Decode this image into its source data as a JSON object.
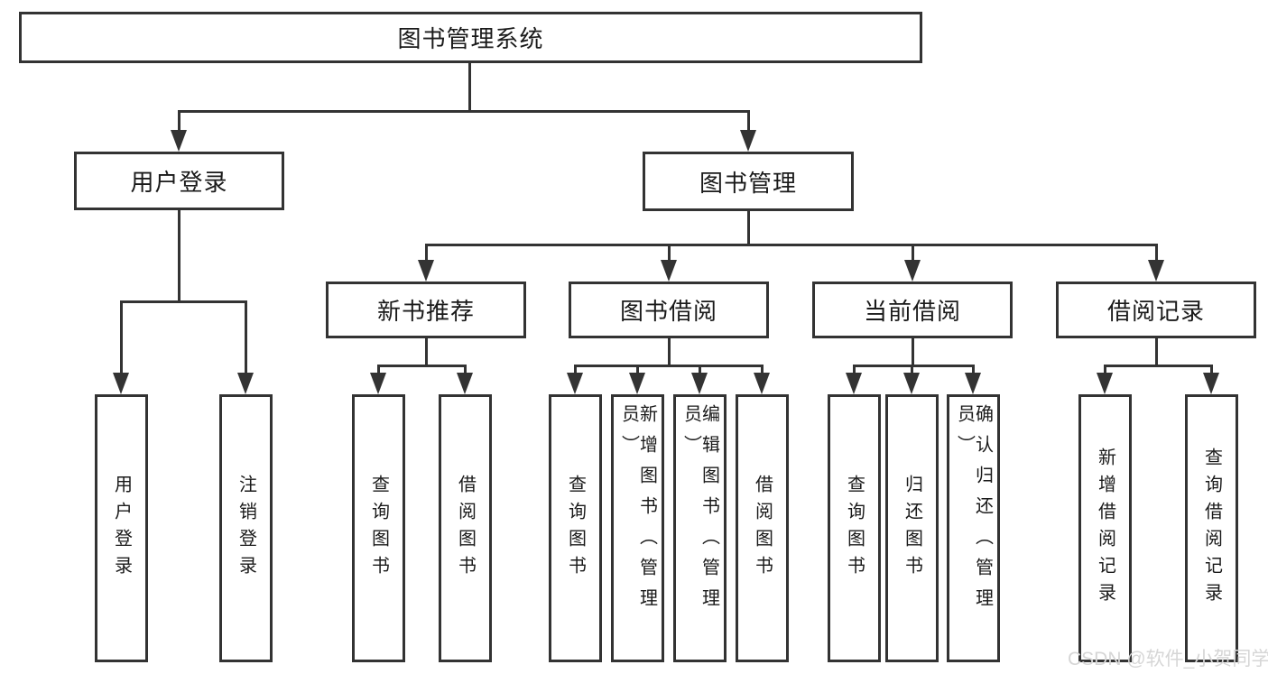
{
  "colors": {
    "line": "#333333",
    "text": "#1a1a1a",
    "bg": "#ffffff",
    "watermark": "#d6d6d6"
  },
  "watermark": {
    "text": "CSDN @软件_小贺同学"
  },
  "tree": {
    "root": {
      "label": "图书管理系统"
    },
    "branches": [
      {
        "label": "用户登录",
        "children": [
          {
            "label": "用户登录"
          },
          {
            "label": "注销登录"
          }
        ]
      },
      {
        "label": "图书管理",
        "children": [
          {
            "label": "新书推荐",
            "children": [
              {
                "label": "查询图书"
              },
              {
                "label": "借阅图书"
              }
            ]
          },
          {
            "label": "图书借阅",
            "children": [
              {
                "label": "查询图书"
              },
              {
                "label": "新增图书（管理员）"
              },
              {
                "label": "编辑图书（管理员）"
              },
              {
                "label": "借阅图书"
              }
            ]
          },
          {
            "label": "当前借阅",
            "children": [
              {
                "label": "查询图书"
              },
              {
                "label": "归还图书"
              },
              {
                "label": "确认归还（管理员）"
              }
            ]
          },
          {
            "label": "借阅记录",
            "children": [
              {
                "label": "新增借阅记录"
              },
              {
                "label": "查询借阅记录"
              }
            ]
          }
        ]
      }
    ]
  }
}
